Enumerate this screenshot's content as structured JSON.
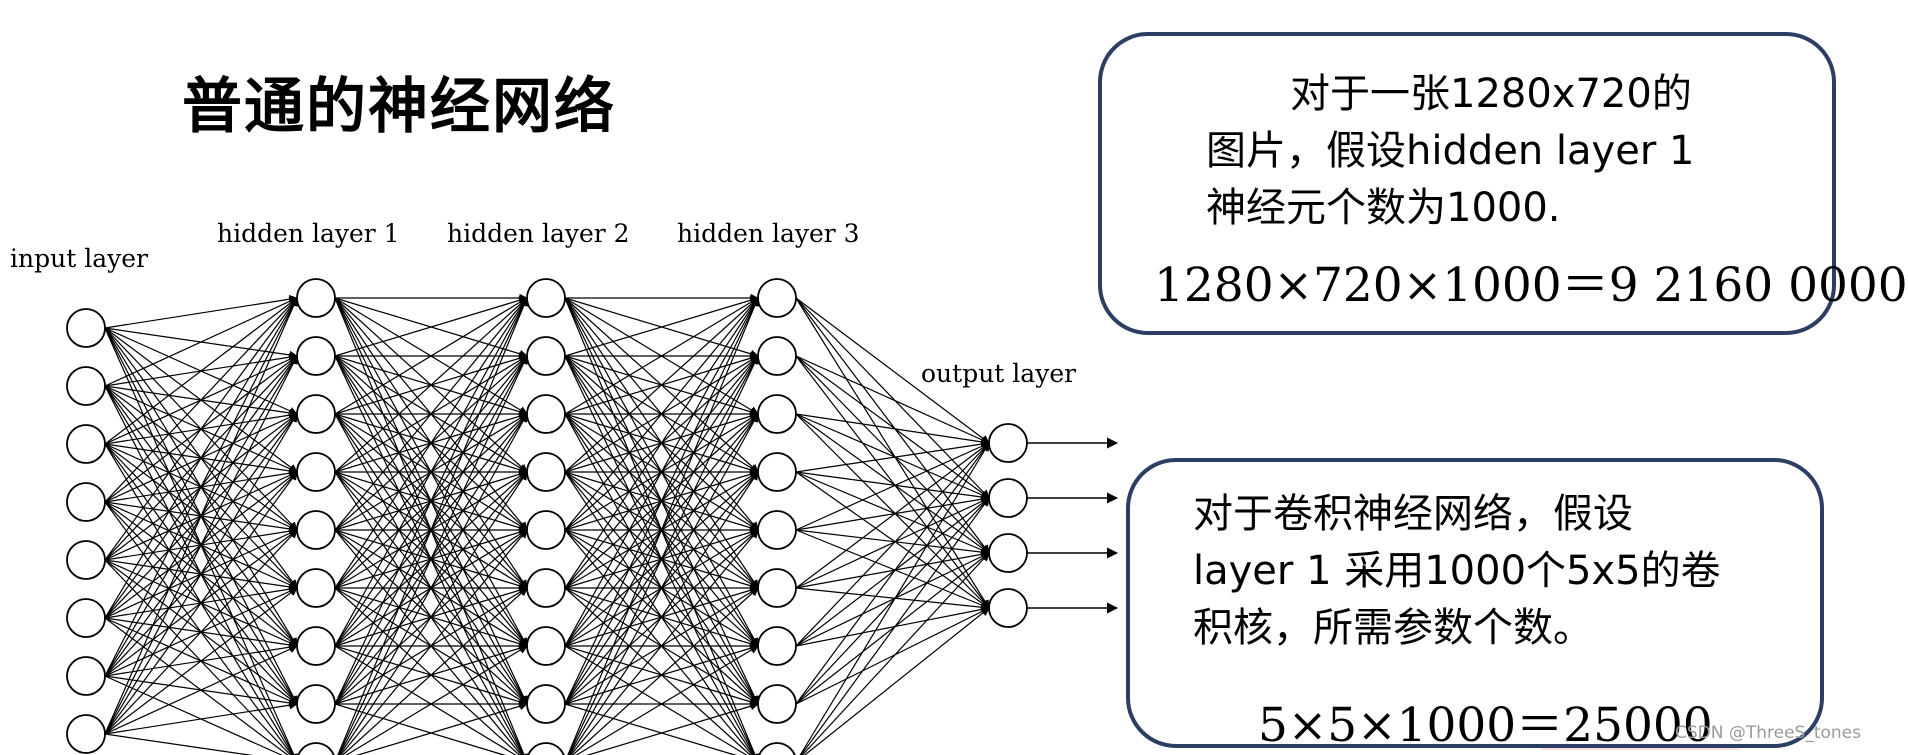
{
  "title": "普通的神经网络",
  "diagram": {
    "labels": {
      "input": "input layer",
      "hidden1": "hidden layer 1",
      "hidden2": "hidden layer 2",
      "hidden3": "hidden layer 3",
      "output": "output layer"
    },
    "node_counts": {
      "input": 8,
      "hidden1": 9,
      "hidden2": 9,
      "hidden3": 9,
      "output": 4
    },
    "fully_connected": true,
    "output_arrows": true
  },
  "callout1": {
    "lines": [
      "对于一张1280x720的",
      "图片，假设hidden layer 1",
      "神经元个数为1000."
    ],
    "formula": "1280×720×1000＝9 2160 0000"
  },
  "callout2": {
    "lines": [
      "对于卷积神经网络，假设",
      "layer 1 采用1000个5x5的卷",
      "积核，所需参数个数。"
    ],
    "formula": "5×5×1000＝25000"
  },
  "watermark": "CSDN @ThreeS_tones",
  "colors": {
    "callout_border": "#2c3e63",
    "diagram_stroke": "#000000",
    "highlight": "#f09696"
  }
}
